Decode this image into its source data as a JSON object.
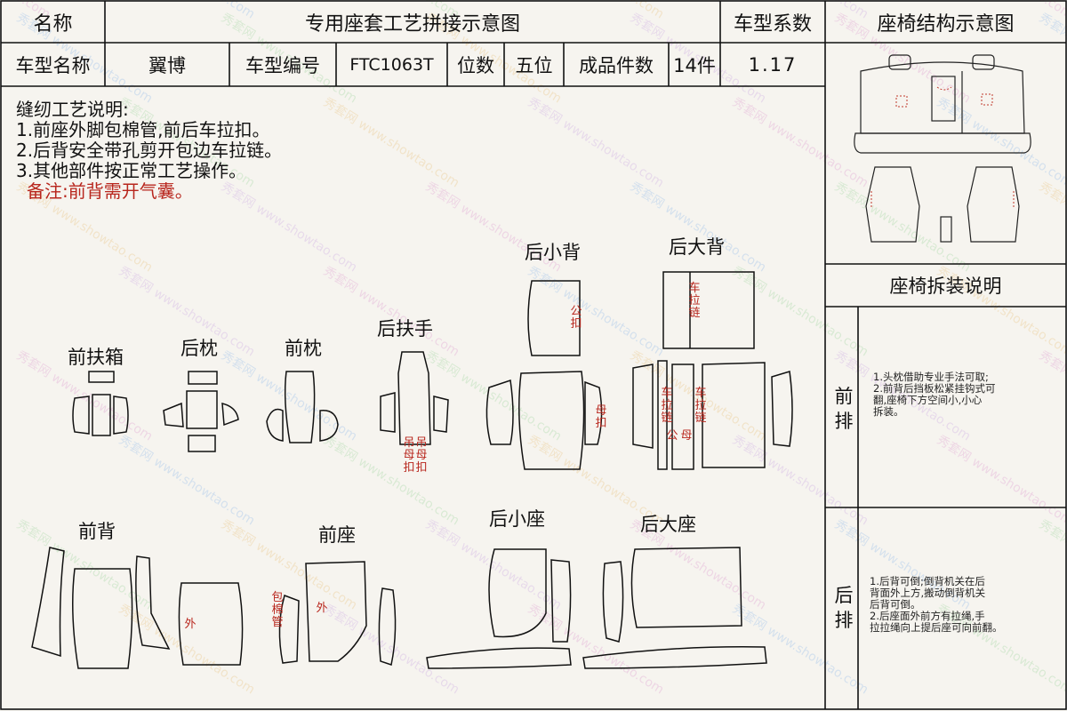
{
  "header": {
    "name_label": "名称",
    "title": "专用座套工艺拼接示意图",
    "coef_label": "车型系数",
    "structure_title": "座椅结构示意图",
    "model_name_label": "车型名称",
    "model_name": "翼博",
    "model_code_label": "车型编号",
    "model_code": "FTC1063T",
    "seats_label": "位数",
    "seats": "五位",
    "pieces_label": "成品件数",
    "pieces": "14件",
    "coef": "1.17"
  },
  "notes": {
    "title": "缝纫工艺说明:",
    "lines": [
      "1.前座外脚包棉管,前后车拉扣。",
      "2.后背安全带孔剪开包边车拉链。",
      "3.其他部件按正常工艺操作。"
    ],
    "remark": "备注:前背需开气囊。"
  },
  "pieces": {
    "front_armrest_box": "前扶箱",
    "rear_headrest": "后枕",
    "front_headrest": "前枕",
    "rear_armrest": "后扶手",
    "rear_small_back": "后小背",
    "rear_large_back": "后大背",
    "front_back": "前背",
    "front_seat": "前座",
    "rear_small_seat": "后小座",
    "rear_large_seat": "后大座"
  },
  "marks": {
    "hook_female_1": "吊\n母\n扣",
    "hook_female_2": "吊\n母\n扣",
    "male_buckle": "公\n扣",
    "female_buckle": "母\n扣",
    "zipper_1": "车\n拉\n链",
    "zipper_2": "车\n拉\n链",
    "zipper_3": "车\n拉\n链",
    "male_2": "公",
    "female_2": "母",
    "outer_1": "外",
    "outer_2": "外",
    "cotton_pipe": "包\n棉\n管"
  },
  "disassembly": {
    "title": "座椅拆装说明",
    "front_label": "前\n排",
    "front_text": "1.头枕借助专业手法可取;\n2.前背后挡板松紧挂钩式可\n翻,座椅下方空间小,小心\n拆装。",
    "rear_label": "后\n排",
    "rear_text": "1.后背可倒;倒背机关在后\n背面外上方,搬动倒背机关\n后背可倒。\n2.后座面外前方有拉绳,手\n拉拉绳向上提后座可向前翻。"
  },
  "watermark": {
    "brand": "秀套网",
    "url": "www.showtao.com"
  }
}
